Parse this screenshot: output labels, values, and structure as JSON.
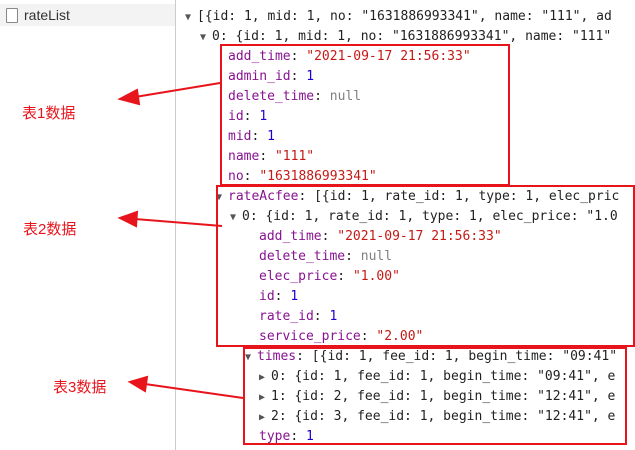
{
  "sidebar": {
    "item_label": "rateList"
  },
  "tree": {
    "root": "[{id: 1, mid: 1, no: \"1631886993341\", name: \"111\", ad",
    "item0": "0: {id: 1, mid: 1, no: \"1631886993341\", name: \"111\"",
    "t1_add_time_key": "add_time",
    "t1_add_time_val": "\"2021-09-17 21:56:33\"",
    "t1_admin_id_key": "admin_id",
    "t1_admin_id_val": "1",
    "t1_delete_time_key": "delete_time",
    "t1_delete_time_val": "null",
    "t1_id_key": "id",
    "t1_id_val": "1",
    "t1_mid_key": "mid",
    "t1_mid_val": "1",
    "t1_name_key": "name",
    "t1_name_val": "\"111\"",
    "t1_no_key": "no",
    "t1_no_val": "\"1631886993341\"",
    "rate_key": "rateAcfee",
    "rate_val": "[{id: 1, rate_id: 1, type: 1, elec_pric",
    "rate0": "0: {id: 1, rate_id: 1, type: 1, elec_price: \"1.0",
    "t2_add_time_key": "add_time",
    "t2_add_time_val": "\"2021-09-17 21:56:33\"",
    "t2_delete_time_key": "delete_time",
    "t2_delete_time_val": "null",
    "t2_elec_price_key": "elec_price",
    "t2_elec_price_val": "\"1.00\"",
    "t2_id_key": "id",
    "t2_id_val": "1",
    "t2_rate_id_key": "rate_id",
    "t2_rate_id_val": "1",
    "t2_service_price_key": "service_price",
    "t2_service_price_val": "\"2.00\"",
    "times_key": "times",
    "times_val": "[{id: 1, fee_id: 1, begin_time: \"09:41\"",
    "times0": "0: {id: 1, fee_id: 1, begin_time: \"09:41\", e",
    "times1": "1: {id: 2, fee_id: 1, begin_time: \"12:41\", e",
    "times2": "2: {id: 3, fee_id: 1, begin_time: \"12:41\", e",
    "type_key": "type",
    "type_val": "1"
  },
  "annotations": {
    "table1": "表1数据",
    "table2": "表2数据",
    "table3": "表3数据"
  },
  "colors": {
    "annotation": "#e8141c",
    "key": "#881391",
    "string": "#c41a16",
    "number": "#1c00cf"
  }
}
